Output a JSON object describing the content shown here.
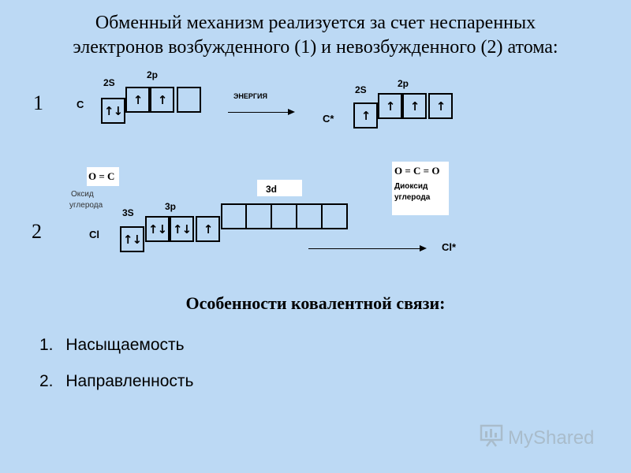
{
  "title_line1": "Обменный механизм реализуется за счет неспаренных",
  "title_line2": "электронов возбужденного (1) и невозбужденного (2) атома:",
  "example1": {
    "number": "1",
    "atom": "C",
    "sub_2s": "2S",
    "sub_2p": "2p",
    "cells_ground": [
      "↑↓",
      "↑",
      "↑",
      ""
    ],
    "energy_label": "ЭНЕРГИЯ",
    "excited_atom": "C*",
    "excited_2s": "2S",
    "excited_2p": "2p",
    "cells_excited": [
      "↑",
      "↑",
      "↑",
      "↑"
    ]
  },
  "example2": {
    "number": "2",
    "oxide_formula": "O = C",
    "oxide_label_line1": "Оксид",
    "oxide_label_line2": "углерода",
    "dioxide_formula": "O = C = O",
    "dioxide_label_line1": "Диоксид",
    "dioxide_label_line2": "углерода",
    "atom": "Cl",
    "sub_3s": "3S",
    "sub_3p": "3p",
    "sub_3d": "3d",
    "cells_3s": [
      "↑↓"
    ],
    "cells_3p": [
      "↑↓",
      "↑↓",
      "↑"
    ],
    "cells_3d": [
      "",
      "",
      "",
      "",
      ""
    ],
    "excited_atom": "Cl*"
  },
  "subtitle": "Особенности ковалентной связи:",
  "list": [
    {
      "num": "1.",
      "text": "Насыщаемость"
    },
    {
      "num": "2.",
      "text": "Направленность"
    }
  ],
  "logo_text": "MyShared",
  "icon_logo": "presentation-board-icon",
  "colors": {
    "background": "#bcd9f4",
    "logo": "#a9bccb"
  }
}
